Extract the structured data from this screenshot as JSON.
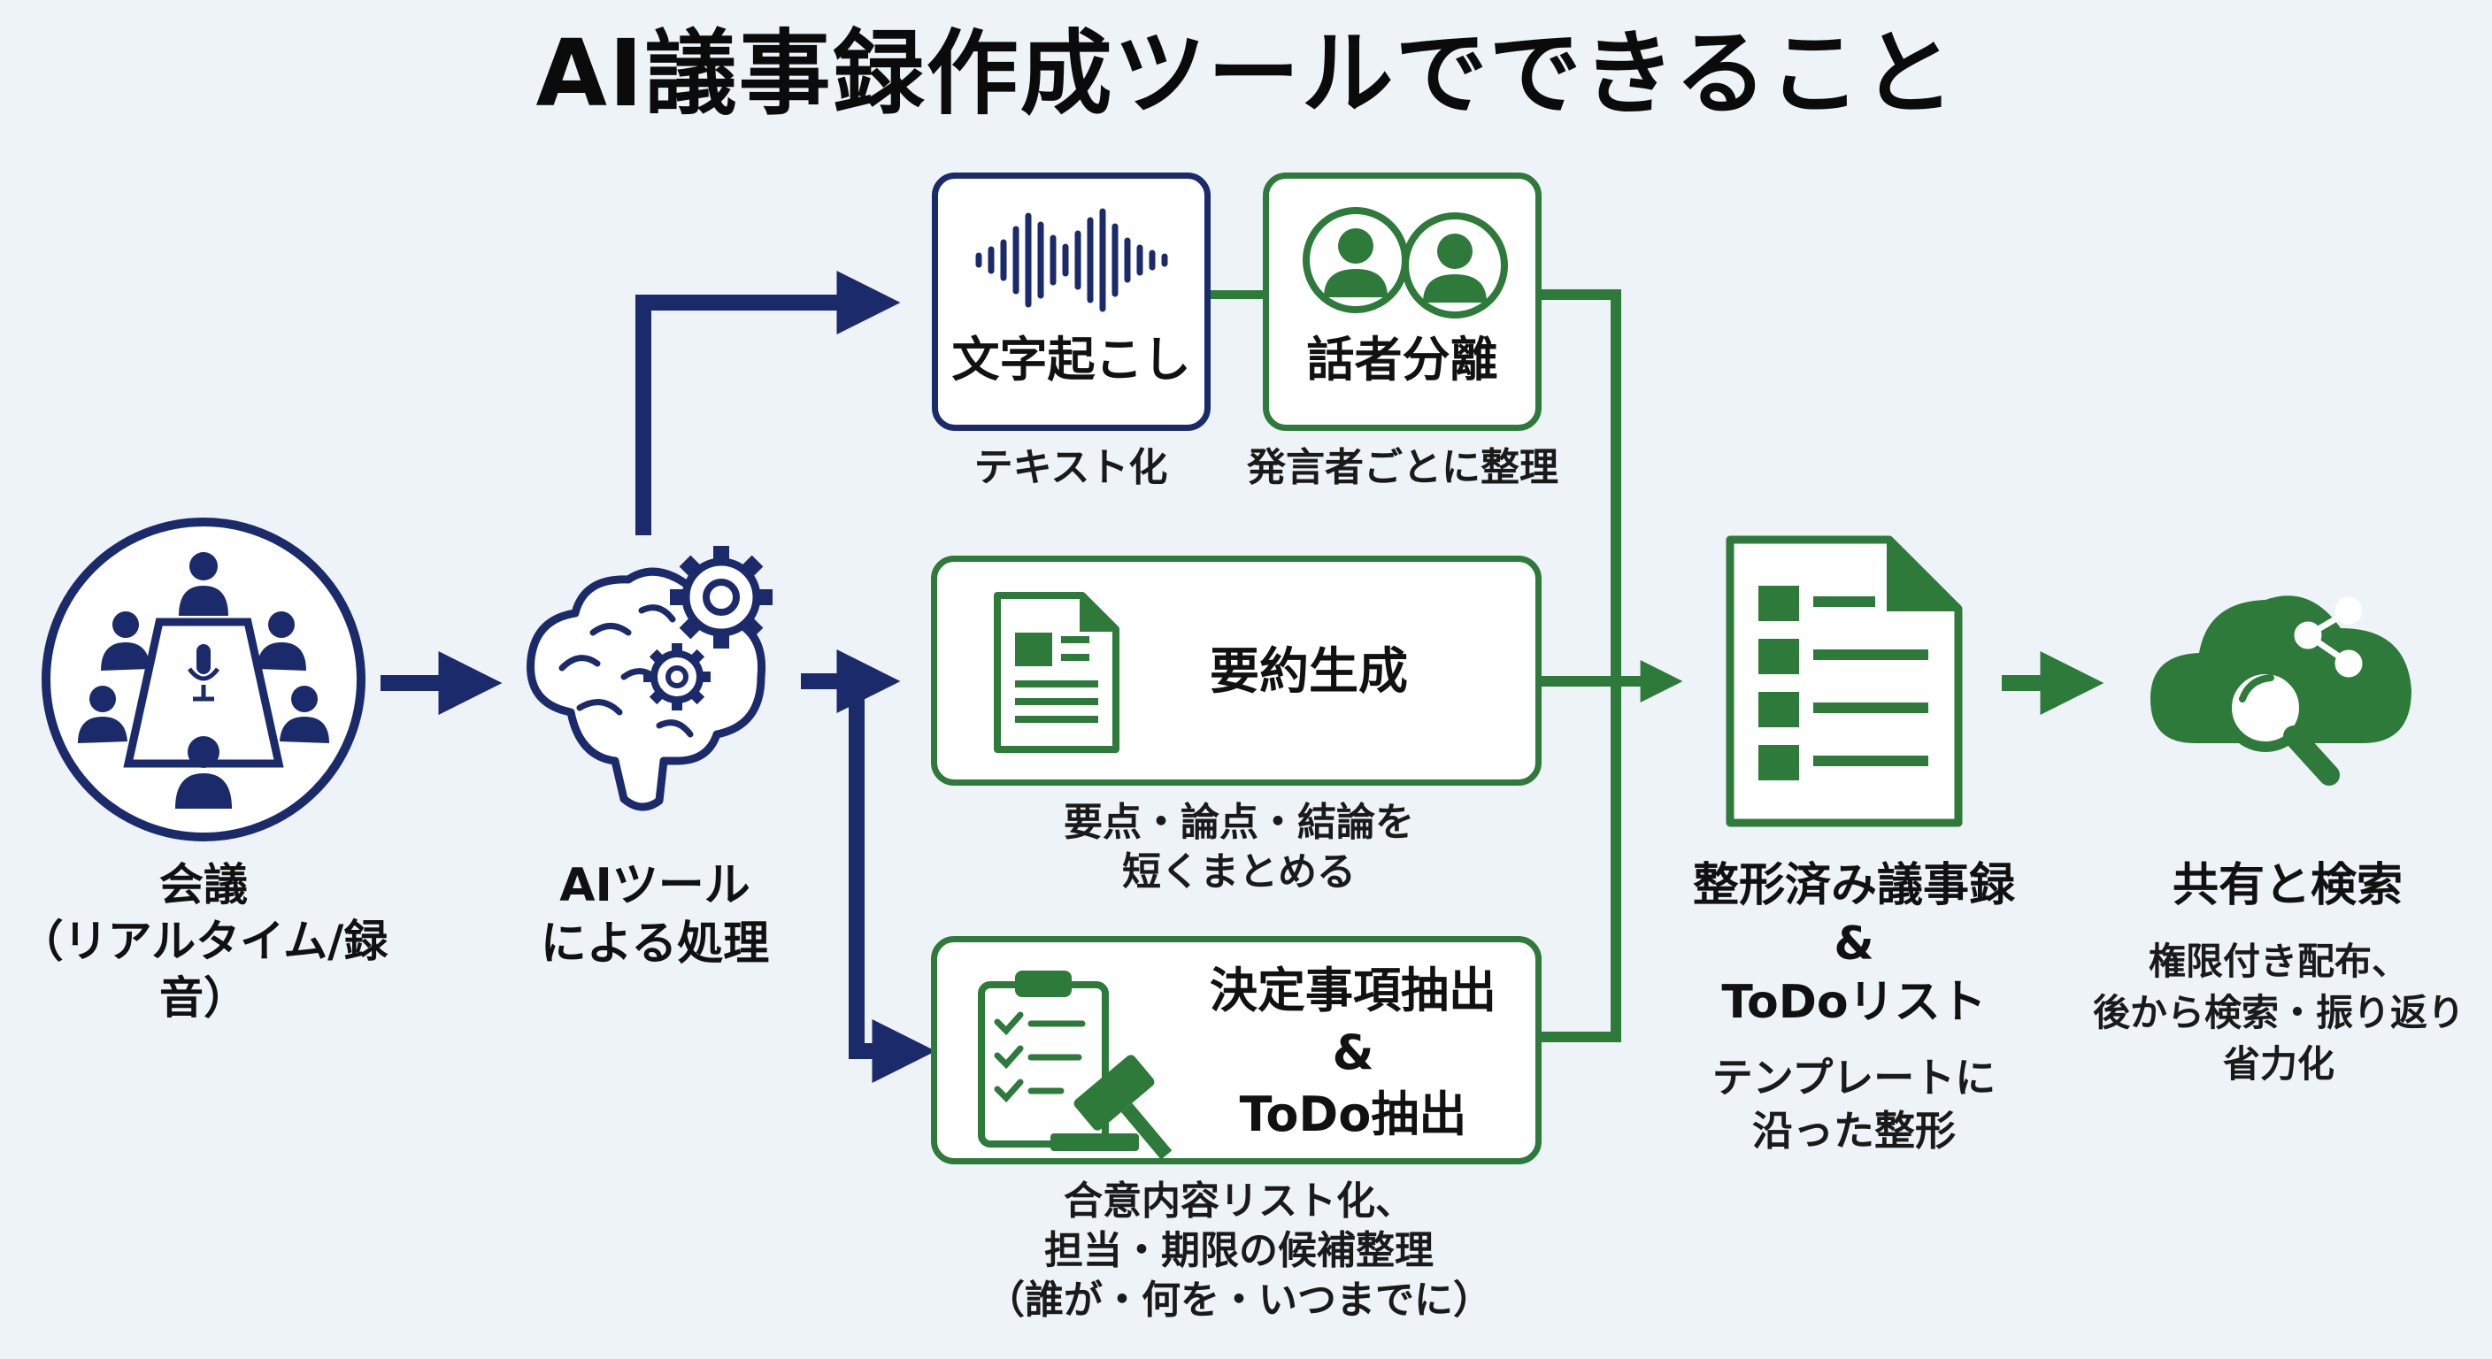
{
  "title": "AI議事録作成ツールでできること",
  "colors": {
    "navy": "#1b2a6b",
    "green": "#2d7a3a",
    "background": "#eef3f8"
  },
  "input": {
    "icon": "meeting-icon",
    "label": "会議\n（リアルタイム/録音）"
  },
  "ai": {
    "icon": "ai-brain-gear-icon",
    "label": "AIツール\nによる処理"
  },
  "transcription": {
    "icon": "waveform-icon",
    "label": "文字起こし",
    "caption": "テキスト化"
  },
  "speaker": {
    "icon": "speakers-icon",
    "label": "話者分離",
    "caption": "発言者ごとに整理"
  },
  "summary": {
    "icon": "document-icon",
    "label": "要約生成",
    "caption": "要点・論点・結論を\n短くまとめる"
  },
  "decision": {
    "icon": "clipboard-gavel-icon",
    "label": "決定事項抽出\n&\nToDo抽出",
    "caption": "合意内容リスト化、\n担当・期限の候補整理\n（誰が・何を・いつまでに）"
  },
  "output": {
    "icon": "checklist-document-icon",
    "label": "整形済み議事録\n&\nToDoリスト",
    "caption": "テンプレートに\n沿った整形"
  },
  "share": {
    "icon": "cloud-search-share-icon",
    "label": "共有と検索",
    "caption": "権限付き配布、\n後から検索・振り返り\n省力化"
  }
}
